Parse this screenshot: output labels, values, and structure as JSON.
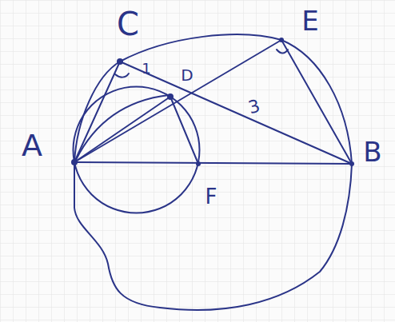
{
  "diagram": {
    "labels": [
      "C",
      "E",
      "A",
      "B",
      "D",
      "F",
      "1",
      "3"
    ]
  }
}
